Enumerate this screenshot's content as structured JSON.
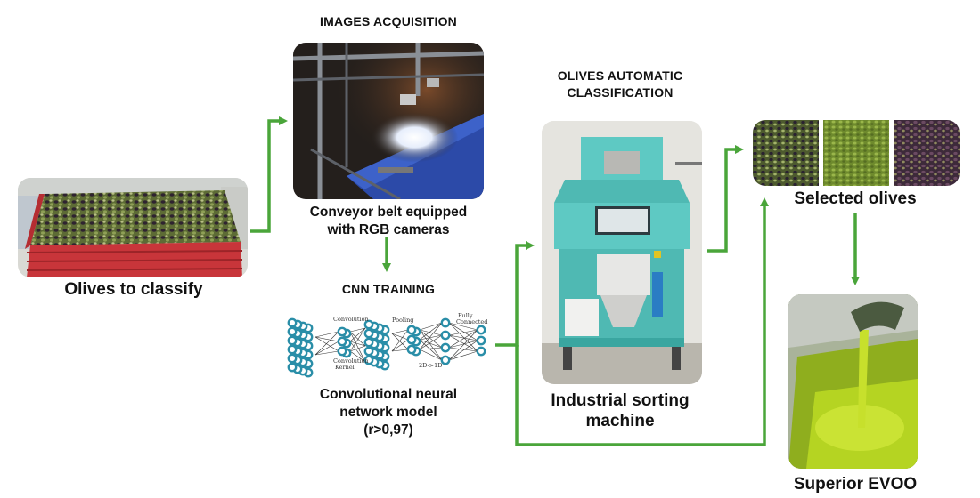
{
  "headings": {
    "images_acquisition": "IMAGES ACQUISITION",
    "automatic_classification_line1": "OLIVES AUTOMATIC",
    "automatic_classification_line2": "CLASSIFICATION",
    "cnn_training": "CNN TRAINING"
  },
  "captions": {
    "olives_to_classify": "Olives to classify",
    "conveyor_line1": "Conveyor belt equipped",
    "conveyor_line2": "with RGB cameras",
    "cnn_model_line1": "Convolutional neural",
    "cnn_model_line2": "network model",
    "cnn_model_line3": "(r>0,97)",
    "sorting_line1": "Industrial sorting",
    "sorting_line2": "machine",
    "selected_olives": "Selected olives",
    "superior_evoo": "Superior EVOO"
  },
  "network_labels": {
    "convolution": "Convolution",
    "convolution_kernel_line1": "Convolution",
    "convolution_kernel_line2": "Kernel",
    "pooling": "Pooling",
    "fully_connected_line1": "Fully",
    "fully_connected_line2": "Connected",
    "flatten": "2D->1D"
  },
  "colors": {
    "arrow": "#4aa53a",
    "node": "#2a8ea8",
    "crate": "#c8353a",
    "machine": "#5ec9c3"
  }
}
